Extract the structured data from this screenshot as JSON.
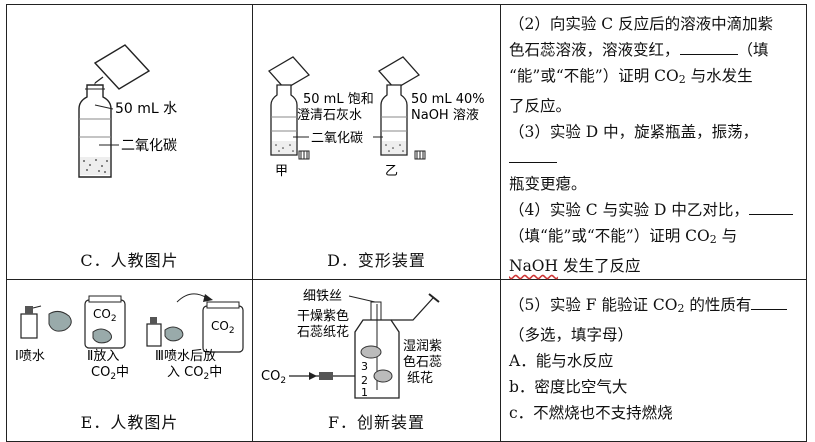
{
  "figures": {
    "C": {
      "caption": "C．人教图片",
      "label_water": "50 mL 水",
      "label_gas": "二氧化碳"
    },
    "D": {
      "caption": "D．变形装置",
      "label_lime_1": "50 mL 饱和",
      "label_lime_2": "澄清石灰水",
      "label_naoh_1": "50 mL 40%",
      "label_naoh_2": "NaOH 溶液",
      "label_gas": "二氧化碳",
      "bottle_a": "甲",
      "bottle_b": "乙"
    },
    "E": {
      "caption": "E．人教图片",
      "co2_label": "CO",
      "co2_sub": "2",
      "step1": "Ⅰ喷水",
      "step2_1": "Ⅱ放入",
      "step2_2": "CO",
      "step2_3": "中",
      "step3_1": "Ⅲ喷水后放",
      "step3_2": "入 CO",
      "step3_3": "中"
    },
    "F": {
      "caption": "F．创新装置",
      "wire": "细铁丝",
      "dry_1": "干燥紫色",
      "dry_2": "石蕊纸花",
      "wet_1": "湿润紫",
      "wet_2": "色石蕊",
      "wet_3": "纸花",
      "inlet": "CO",
      "num3": "3",
      "num2": "2",
      "num1": "1"
    }
  },
  "questions": {
    "q2": {
      "line1": "（2）向实验 C 反应后的溶液中滴加紫",
      "line2a": "色石蕊溶液，溶液变红，",
      "line2b": "（填",
      "line3a": "“能”或“不能”）证明 CO",
      "line3b": "2",
      "line3c": " 与水发生",
      "line4": "了反应。"
    },
    "q3": {
      "line1a": "（3）实验 D 中，旋紧瓶盖，振荡，",
      "line2": "瓶变更瘪。"
    },
    "q4": {
      "line1a": "（4）实验 C 与实验 D 中乙对比，",
      "line2a": "（填“能”或“不能”）证明 CO",
      "line2b": "2",
      "line2c": " 与",
      "line3a": "NaOH",
      "line3b": " 发生了反应"
    },
    "q5": {
      "line1a": "（5）实验 F 能验证 CO",
      "line1b": "2",
      "line1c": " 的性质有",
      "line2": "（多选，填字母）",
      "optA": "A．能与水反应",
      "optB": "b．密度比空气大",
      "optC": "c．不燃烧也不支持燃烧"
    }
  }
}
